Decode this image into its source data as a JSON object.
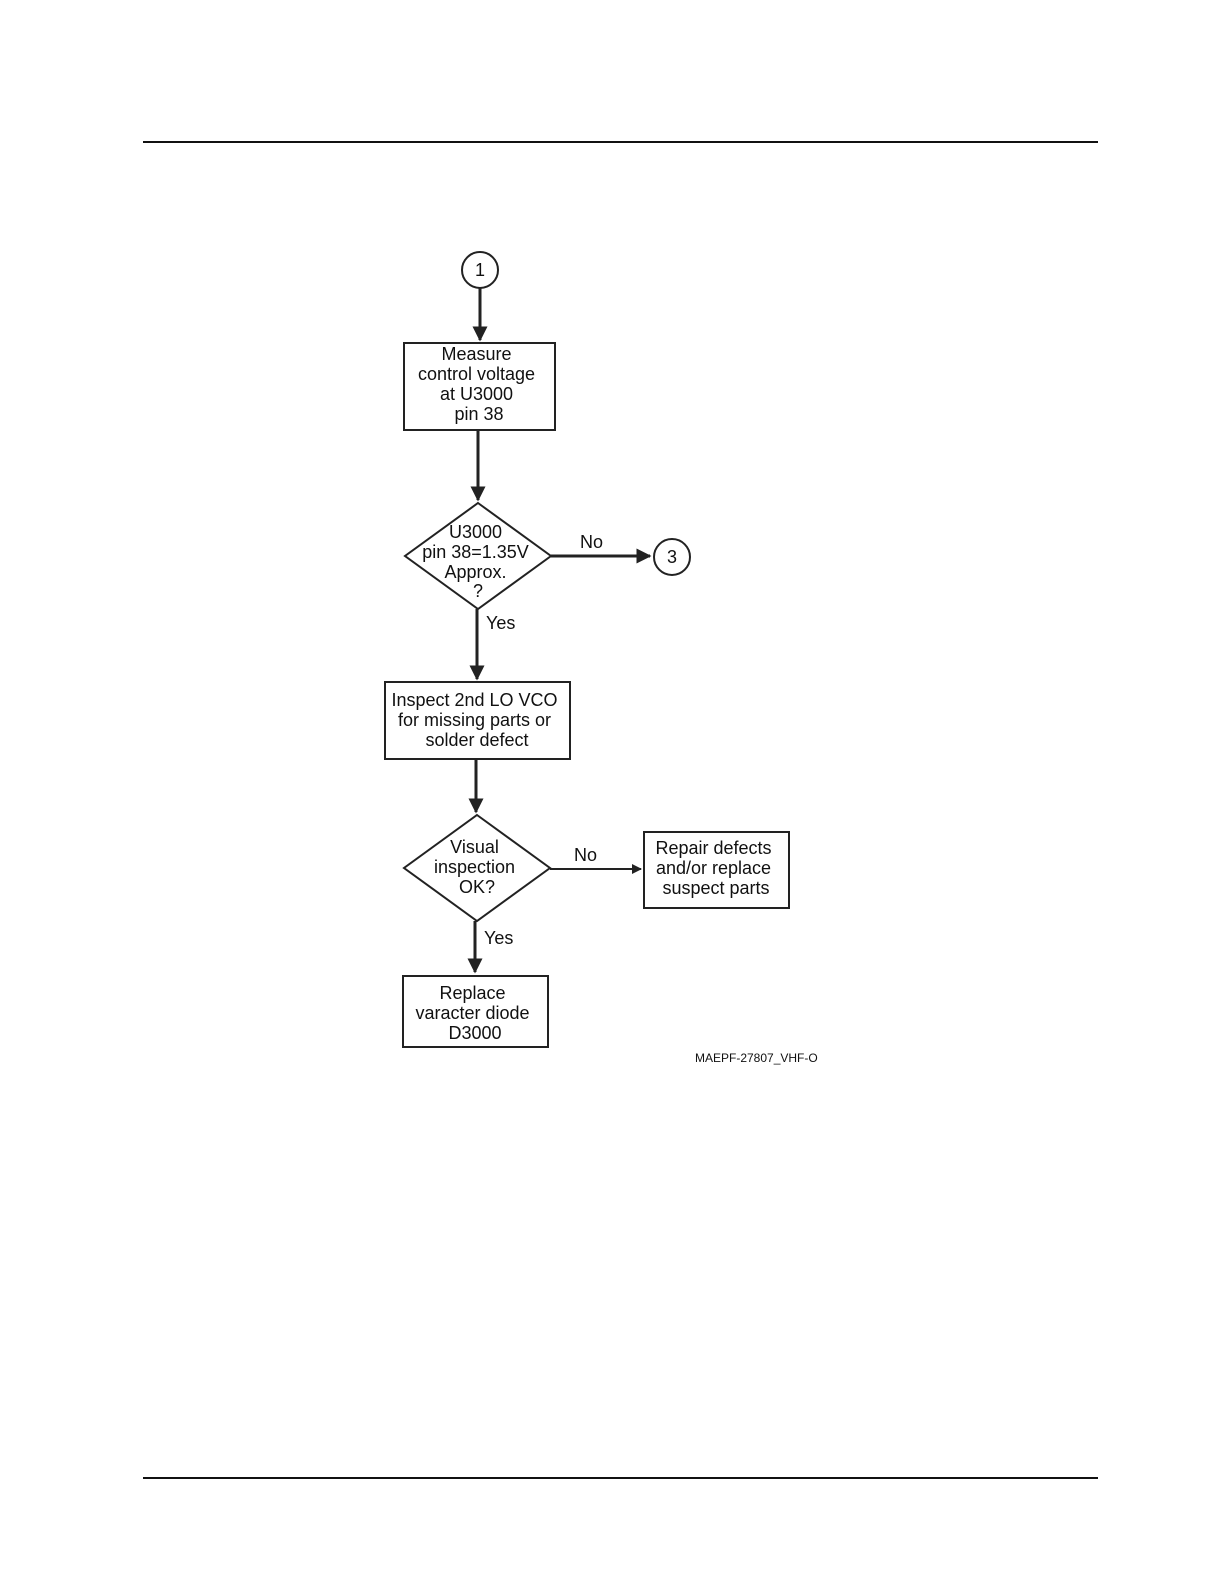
{
  "diagram": {
    "nodes": {
      "connector_1": {
        "label": "1"
      },
      "measure": {
        "lines": [
          "Measure",
          "control voltage",
          "at U3000",
          "pin 38"
        ]
      },
      "decision_voltage": {
        "lines": [
          "U3000",
          "pin 38=1.35V",
          "Approx.",
          "?"
        ]
      },
      "connector_3": {
        "label": "3"
      },
      "inspect": {
        "lines": [
          "Inspect 2nd LO VCO",
          "for missing parts or",
          "solder defect"
        ]
      },
      "decision_visual": {
        "lines": [
          "Visual",
          "inspection",
          "OK?"
        ]
      },
      "repair": {
        "lines": [
          "Repair defects",
          "and/or replace",
          "suspect parts"
        ]
      },
      "replace": {
        "lines": [
          "Replace",
          "varacter diode",
          "D3000"
        ]
      }
    },
    "edges": {
      "voltage_no": "No",
      "voltage_yes": "Yes",
      "visual_no": "No",
      "visual_yes": "Yes"
    },
    "figure_id": "MAEPF-27807_VHF-O"
  }
}
